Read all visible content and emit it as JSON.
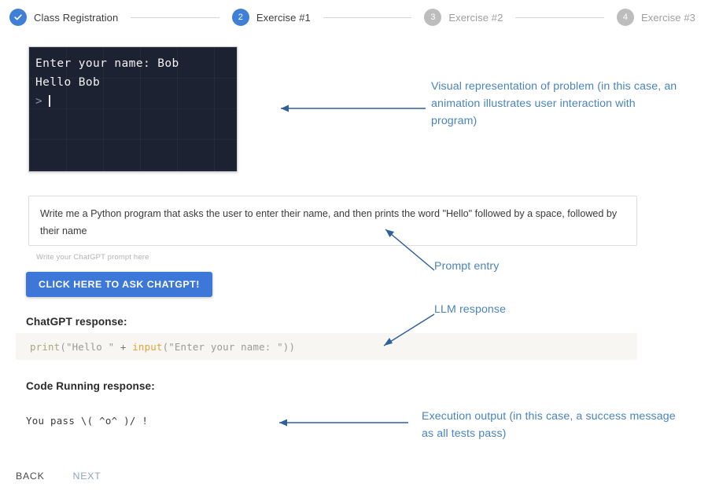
{
  "stepper": {
    "steps": [
      {
        "marker": "check-icon",
        "label": "Class Registration",
        "state": "done"
      },
      {
        "marker": "2",
        "label": "Exercise #1",
        "state": "active"
      },
      {
        "marker": "3",
        "label": "Exercise #2",
        "state": "todo"
      },
      {
        "marker": "4",
        "label": "Exercise #3",
        "state": "todo"
      }
    ]
  },
  "terminal": {
    "line1": "Enter your name: Bob",
    "line2": "Hello Bob",
    "prompt_symbol": ">"
  },
  "prompt": {
    "value": "Write me a Python program that asks the user to enter their name, and then prints the word \"Hello\" followed by a space, followed by their name",
    "helper": "Write your ChatGPT prompt here",
    "placeholder": "Write your ChatGPT prompt here"
  },
  "ask_button": {
    "label": "CLICK HERE TO ASK CHATGPT!"
  },
  "chatgpt_response": {
    "title": "ChatGPT response:",
    "code_tokens": {
      "fn": "print",
      "open_paren": "(",
      "string1": "\"Hello \"",
      "operator": " + ",
      "keyword": "input",
      "open_paren2": "(",
      "string2": "\"Enter your name: \"",
      "close_parens": "))"
    },
    "code_full": "print(\"Hello \" + input(\"Enter your name: \"))"
  },
  "code_running_response": {
    "title": "Code Running response:",
    "output": "You pass \\( ^o^ )/ !"
  },
  "bottom_nav": {
    "back_label": "BACK",
    "next_label": "NEXT"
  },
  "annotations": {
    "visual": "Visual representation of problem (in this case, an animation illustrates user interaction with program)",
    "prompt": "Prompt entry",
    "llm": "LLM response",
    "execution": "Execution output (in this case, a success message as all tests pass)"
  },
  "colors": {
    "accent_blue": "#3d78d8",
    "step_done": "#3f7fd6",
    "step_todo": "#bdbdbd",
    "annotation_text": "#4a84bd",
    "arrow": "#2e5f9e",
    "terminal_bg": "#1d2233",
    "code_bg": "#f7f6f2",
    "keyword_gold": "#e0a33c"
  }
}
